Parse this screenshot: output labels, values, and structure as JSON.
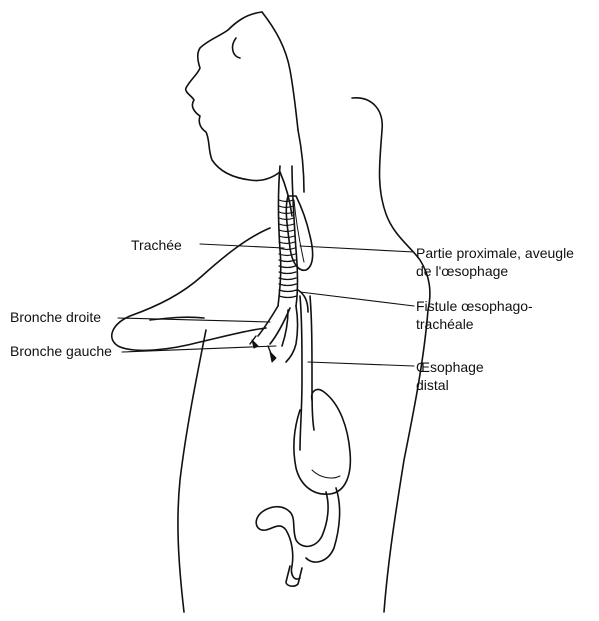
{
  "labels": {
    "trachea": "Trachée",
    "right_bronchus": "Bronche droite",
    "left_bronchus": "Bronche gauche",
    "proximal_line1": "Partie proximale, aveugle",
    "proximal_line2": "de l'œsophage",
    "fistula_line1": "Fistule œsophago-",
    "fistula_line2": "trachéale",
    "distal_line1": "Œsophage",
    "distal_line2": "distal"
  },
  "colors": {
    "ink": "#111111",
    "background": "#ffffff"
  }
}
